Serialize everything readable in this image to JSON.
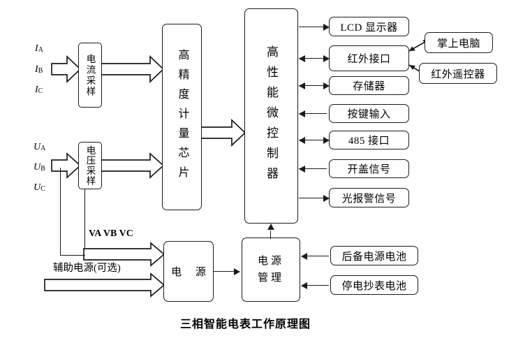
{
  "title": "三相智能电表工作原理图",
  "inputs": {
    "current": [
      {
        "symbol": "I",
        "phase": "A"
      },
      {
        "symbol": "I",
        "phase": "B"
      },
      {
        "symbol": "I",
        "phase": "C"
      }
    ],
    "voltage": [
      {
        "symbol": "U",
        "phase": "A"
      },
      {
        "symbol": "U",
        "phase": "B"
      },
      {
        "symbol": "U",
        "phase": "C"
      }
    ],
    "power_tap_label": "VA VB VC",
    "aux_power_label": "辅助电源(可选)"
  },
  "blocks": {
    "current_sampling": "电流采样",
    "voltage_sampling": "电压采样",
    "metering_chip": "高精度计量芯片",
    "mcu": "高性能微控制器",
    "power_supply": "电 源",
    "power_management": "电源管理"
  },
  "peripherals": [
    {
      "label": "LCD 显示器",
      "direction": "out"
    },
    {
      "label": "红外接口",
      "direction": "bidirectional"
    },
    {
      "label": "存储器",
      "direction": "bidirectional"
    },
    {
      "label": "按键输入",
      "direction": "in"
    },
    {
      "label": "485 接口",
      "direction": "bidirectional"
    },
    {
      "label": "开盖信号",
      "direction": "in"
    },
    {
      "label": "光报警信号",
      "direction": "out"
    }
  ],
  "ir_devices": [
    {
      "label": "掌上电脑",
      "direction": "bidirectional"
    },
    {
      "label": "红外遥控器",
      "direction": "in"
    }
  ],
  "batteries": [
    {
      "label": "后备电源电池",
      "direction": "in"
    },
    {
      "label": "停电抄表电池",
      "direction": "in"
    }
  ],
  "colors": {
    "line": "#1a1a1a",
    "background": "#ffffff",
    "text": "#000000"
  }
}
